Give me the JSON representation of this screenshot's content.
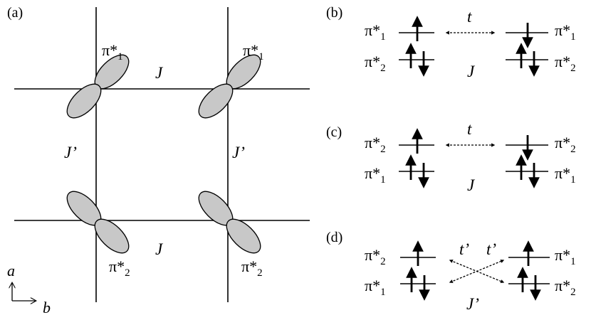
{
  "panel_labels": {
    "a": "(a)",
    "b": "(b)",
    "c": "(c)",
    "d": "(d)"
  },
  "lattice": {
    "pi1_label": "π*",
    "pi1_sub": "1",
    "pi2_label": "π*",
    "pi2_sub": "2",
    "J": "J",
    "Jprime": "J’"
  },
  "axes": {
    "a": "a",
    "b": "b"
  },
  "panel_b": {
    "left_top": "π*",
    "left_top_sub": "1",
    "left_bottom": "π*",
    "left_bottom_sub": "2",
    "right_top": "π*",
    "right_top_sub": "1",
    "right_bottom": "π*",
    "right_bottom_sub": "2",
    "hop": "t",
    "exchange": "J"
  },
  "panel_c": {
    "left_top": "π*",
    "left_top_sub": "2",
    "left_bottom": "π*",
    "left_bottom_sub": "1",
    "right_top": "π*",
    "right_top_sub": "2",
    "right_bottom": "π*",
    "right_bottom_sub": "1",
    "hop": "t",
    "exchange": "J"
  },
  "panel_d": {
    "left_top": "π*",
    "left_top_sub": "2",
    "left_bottom": "π*",
    "left_bottom_sub": "1",
    "right_top": "π*",
    "right_top_sub": "1",
    "right_bottom": "π*",
    "right_bottom_sub": "2",
    "hop_left": "t’",
    "hop_right": "t’",
    "exchange": "J’"
  },
  "colors": {
    "lobe_fill": "#c8c8c8",
    "line": "#000000"
  }
}
